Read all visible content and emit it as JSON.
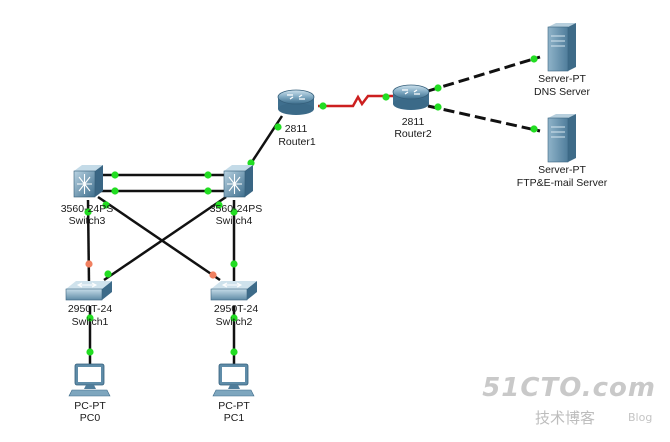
{
  "devices": {
    "router1": {
      "model": "2811",
      "name": "Router1",
      "icon": "router-icon"
    },
    "router2": {
      "model": "2811",
      "name": "Router2",
      "icon": "router-icon"
    },
    "dns_server": {
      "model": "Server-PT",
      "name": "DNS Server",
      "icon": "server-icon"
    },
    "ftp_server": {
      "model": "Server-PT",
      "name": "FTP&E-mail Server",
      "icon": "server-icon"
    },
    "switch3": {
      "model": "3560-24PS",
      "name": "Switch3",
      "icon": "multilayer-switch-icon"
    },
    "switch4": {
      "model": "3560-24PS",
      "name": "Switch4",
      "icon": "multilayer-switch-icon"
    },
    "switch1": {
      "model": "2950T-24",
      "name": "Switch1",
      "icon": "switch-icon"
    },
    "switch2": {
      "model": "2950T-24",
      "name": "Switch2",
      "icon": "switch-icon"
    },
    "pc0": {
      "model": "PC-PT",
      "name": "PC0",
      "icon": "pc-icon"
    },
    "pc1": {
      "model": "PC-PT",
      "name": "PC1",
      "icon": "pc-icon"
    }
  },
  "links": [
    {
      "from": "router1",
      "to": "router2",
      "type": "serial",
      "color": "#cc1f1f"
    },
    {
      "from": "router2",
      "to": "dns_server",
      "type": "dashed",
      "color": "#111111"
    },
    {
      "from": "router2",
      "to": "ftp_server",
      "type": "dashed",
      "color": "#111111"
    },
    {
      "from": "router1",
      "to": "switch4",
      "type": "ethernet",
      "color": "#111111"
    },
    {
      "from": "switch3",
      "to": "switch4",
      "type": "ethernet",
      "color": "#111111"
    },
    {
      "from": "switch3",
      "to": "switch4",
      "type": "ethernet",
      "color": "#111111"
    },
    {
      "from": "switch3",
      "to": "switch1",
      "type": "ethernet",
      "color": "#111111"
    },
    {
      "from": "switch3",
      "to": "switch2",
      "type": "ethernet",
      "color": "#111111"
    },
    {
      "from": "switch4",
      "to": "switch1",
      "type": "ethernet",
      "color": "#111111"
    },
    {
      "from": "switch4",
      "to": "switch2",
      "type": "ethernet",
      "color": "#111111"
    },
    {
      "from": "switch1",
      "to": "pc0",
      "type": "ethernet",
      "color": "#111111"
    },
    {
      "from": "switch2",
      "to": "pc1",
      "type": "ethernet",
      "color": "#111111"
    }
  ],
  "status_colors": {
    "up": "#22dd22",
    "blocked": "#f08060"
  },
  "watermark": {
    "main": "51CTO.com",
    "sub": "技术博客",
    "blog": "Blog"
  }
}
